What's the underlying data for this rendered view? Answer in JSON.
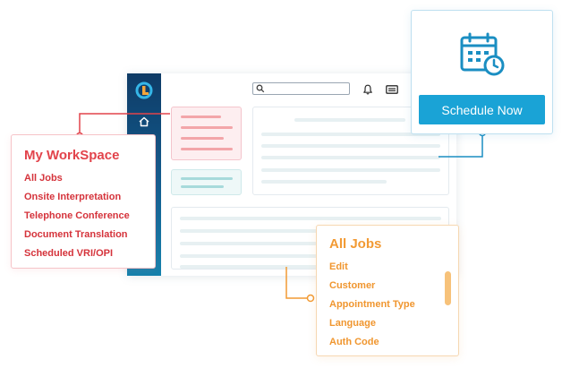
{
  "workspace": {
    "title": "My WorkSpace",
    "items": [
      "All Jobs",
      "Onsite Interpretation",
      "Telephone Conference",
      "Document Translation",
      "Scheduled VRI/OPI"
    ]
  },
  "schedule": {
    "button_label": "Schedule Now",
    "icon": "calendar-clock-icon"
  },
  "jobs": {
    "title": "All Jobs",
    "items": [
      "Edit",
      "Customer",
      "Appointment Type",
      "Language",
      "Auth Code"
    ]
  },
  "app": {
    "icons": [
      "logo-icon",
      "home-icon",
      "search-icon",
      "bell-icon",
      "id-card-icon"
    ],
    "search": {
      "placeholder": ""
    }
  },
  "colors": {
    "sidebar": "#125d90",
    "workspace_accent": "#e2434b",
    "jobs_accent": "#f29a33",
    "schedule_button": "#1aa3d6",
    "connector_blue": "#1a8ec2"
  }
}
